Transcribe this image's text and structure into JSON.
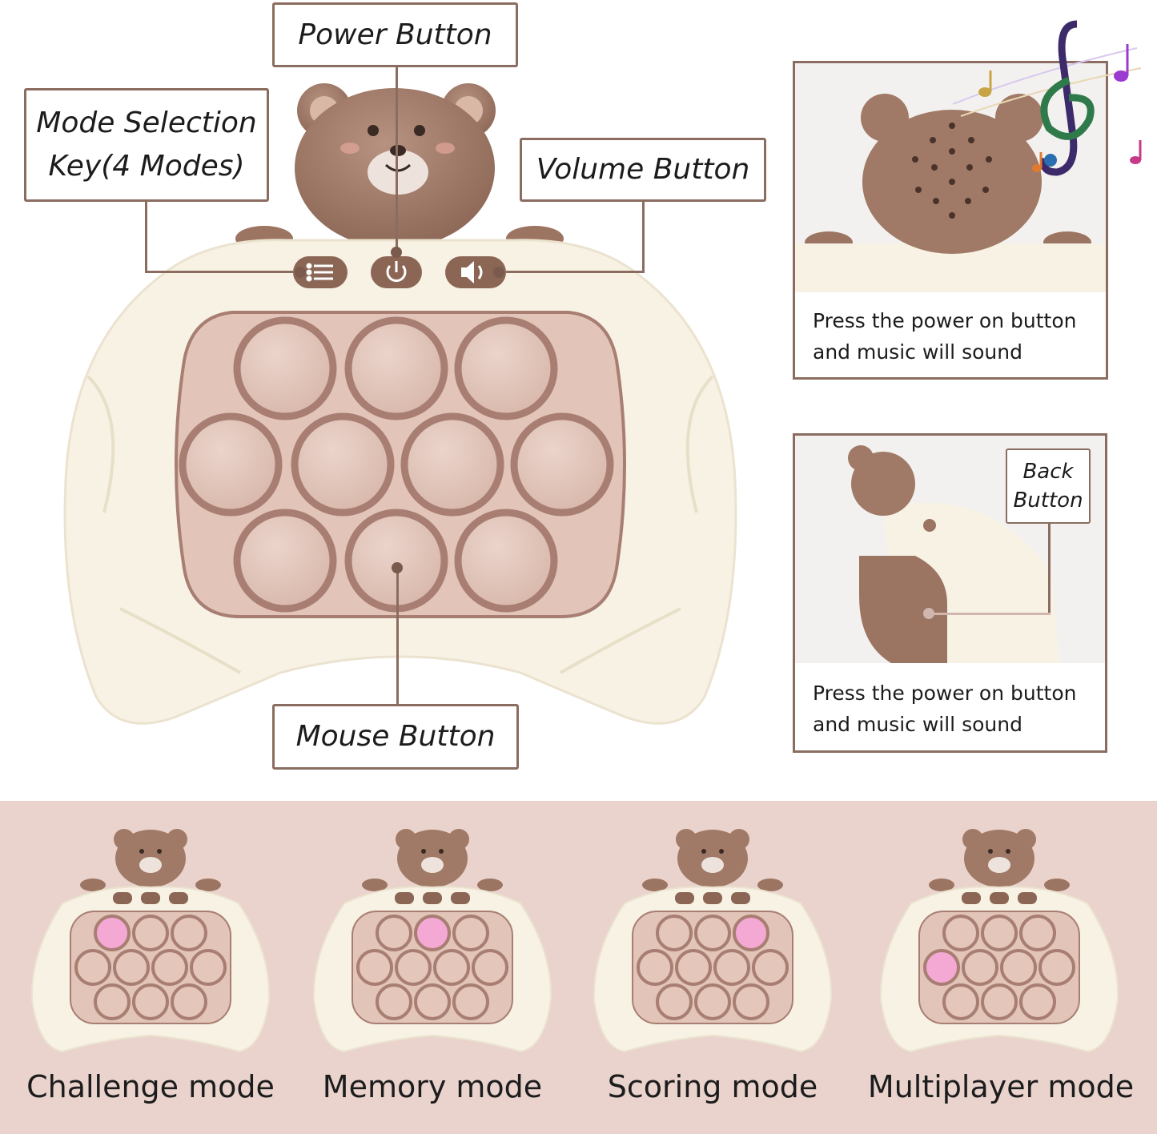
{
  "callouts": {
    "power": "Power Button",
    "mode": "Mode Selection\nKey(4 Modes)",
    "volume": "Volume Button",
    "mouse": "Mouse Button",
    "back": "Back\nButton"
  },
  "panels": {
    "music_caption": "Press the power on button\nand music will sound",
    "back_caption": "Press the power on button\nand music will sound"
  },
  "modes": [
    {
      "label": "Challenge mode",
      "lit": 0
    },
    {
      "label": "Memory mode",
      "lit": 1
    },
    {
      "label": "Scoring mode",
      "lit": 2
    },
    {
      "label": "Multiplayer mode",
      "lit": 3
    }
  ],
  "colors": {
    "outline": "#8a6d60",
    "body": "#f7f2e4",
    "bear": "#a07a66",
    "bubble": "#e5c6bb",
    "bubble_rim": "#a87e72",
    "band": "#e9d3cc",
    "lit_bubble": "#f4a9d4"
  },
  "icons": [
    "menu-icon",
    "power-icon",
    "speaker-icon",
    "music-note-icon",
    "treble-clef-icon"
  ]
}
